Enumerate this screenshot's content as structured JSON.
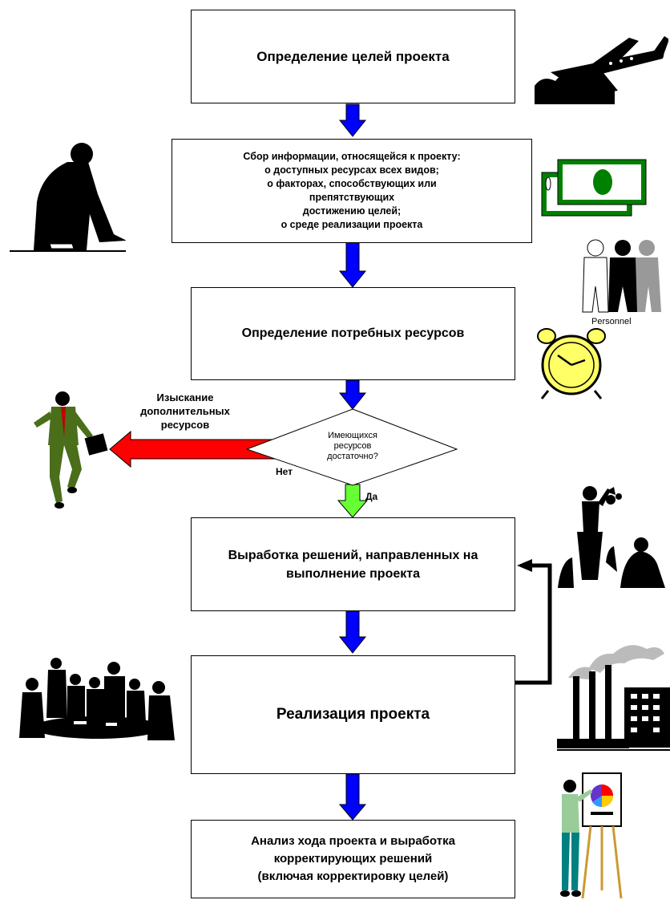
{
  "boxes": {
    "goals": "Определение целей проекта",
    "info": "Сбор информации, относящейся к проекту:\nо доступных ресурсах всех видов;\nо факторах, способствующих или\nпрепятствующих\nдостижению целей;\nо среде реализации проекта",
    "resources": "Определение потребных ресурсов",
    "solutions": "Выработка решений, направленных на\nвыполнение проекта",
    "implementation": "Реализация проекта",
    "analysis": "Анализ хода проекта и выработка\nкорректирующих решений\n(включая корректировку целей)"
  },
  "decision": {
    "question": "Имеющихся\nресурсов\nдостаточно?",
    "no_label": "Нет",
    "yes_label": "Да",
    "no_branch_label": "Изыскание\nдополнительных\nресурсов"
  },
  "clipart": {
    "personnel_caption": "Personnel"
  },
  "colors": {
    "flow_arrow": "#0000ff",
    "yes_arrow": "#66ff33",
    "no_arrow": "#ff0000",
    "money": "#008000",
    "clock": "#ffff66"
  }
}
